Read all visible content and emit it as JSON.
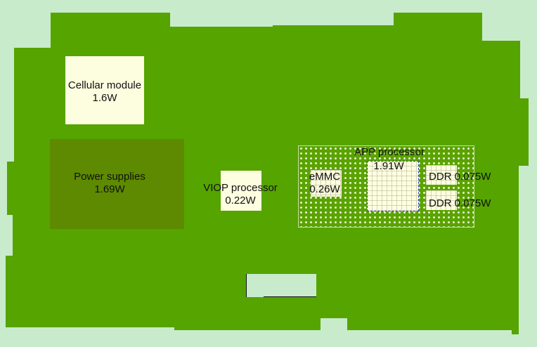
{
  "components": {
    "cellular": {
      "name": "Cellular module",
      "power": "1.6W"
    },
    "power_supplies": {
      "name": "Power supplies",
      "power": "1.69W"
    },
    "viop": {
      "name": "VIOP processor",
      "power": "0.22W"
    },
    "app": {
      "name": "APP processor",
      "power": "1.91W"
    },
    "emmc": {
      "name": "eMMC",
      "power": "0.26W"
    },
    "ddr1": {
      "name": "DDR",
      "power": "0.075W"
    },
    "ddr2": {
      "name": "DDR",
      "power": "0.075W"
    }
  },
  "colors": {
    "board": "#55a400",
    "background": "#c8ebcc",
    "light_component": "#fdfde0",
    "dark_component": "#5d8a00",
    "chip_outline": "#2a3fb8"
  }
}
